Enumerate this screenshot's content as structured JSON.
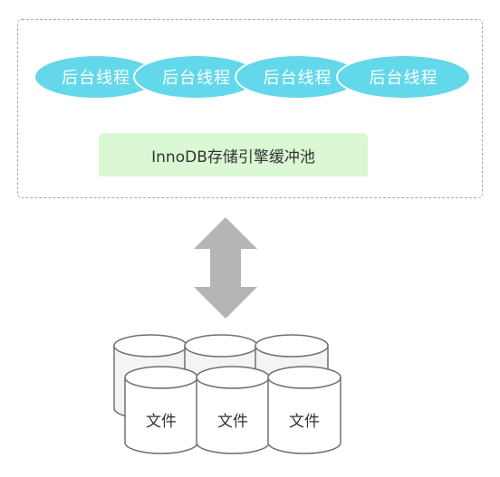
{
  "threads": [
    {
      "label": "后台线程"
    },
    {
      "label": "后台线程"
    },
    {
      "label": "后台线程"
    },
    {
      "label": "后台线程"
    }
  ],
  "buffer_pool": {
    "label": "InnoDB存储引擎缓冲池"
  },
  "files": [
    {
      "label": "文件"
    },
    {
      "label": "文件"
    },
    {
      "label": "文件"
    }
  ],
  "colors": {
    "thread_fill": "#63d8ea",
    "pool_fill": "#d9f8d3",
    "arrow_fill": "#b5b5b5",
    "disk_stroke": "#707070",
    "disk_fill": "#ffffff",
    "disk_back_fill": "#f4f4f4"
  },
  "icons": {
    "arrow": "double-vertical-arrow-icon",
    "disk": "database-cylinder-icon"
  }
}
